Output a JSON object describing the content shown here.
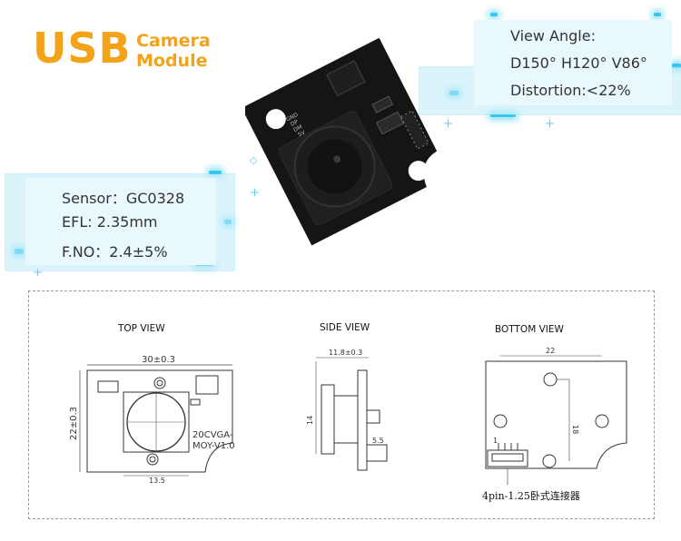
{
  "header": {
    "brand": "USB",
    "subtitle_line1": "Camera",
    "subtitle_line2": "Module"
  },
  "specs_left": {
    "sensor": "Sensor：GC0328",
    "efl": "EFL: 2.35mm",
    "fno": "F.NO：2.4±5%"
  },
  "specs_right": {
    "view_angle": "View Angle:",
    "angles": "D150° H120° V86°",
    "distortion": "Distortion:<22%"
  },
  "board_labels": {
    "gnd": "GND",
    "dp": "DP",
    "dm": "DM",
    "v5": "5V"
  },
  "drawing": {
    "top_view": {
      "title": "TOP VIEW",
      "width_dim": "30±0.3",
      "height_dim": "22±0.3",
      "lens_dim": "13.5",
      "marking_line1": "20CVGA-",
      "marking_line2": "MOY-V1.0"
    },
    "side_view": {
      "title": "SIDE VIEW",
      "top_dim": "11.8±0.3",
      "height_dim": "14",
      "small_dim": "5.5"
    },
    "bottom_view": {
      "title": "BOTTOM VIEW",
      "width_dim": "22",
      "height_dim": "18",
      "connector_label": "4pin-1.25卧式连接器",
      "pin_mark": "1"
    }
  },
  "colors": {
    "brand_orange": "#f3a21a",
    "panel_cyan": "#bfeaf7",
    "glow_cyan": "#34c6ef",
    "board_black": "#141414"
  }
}
